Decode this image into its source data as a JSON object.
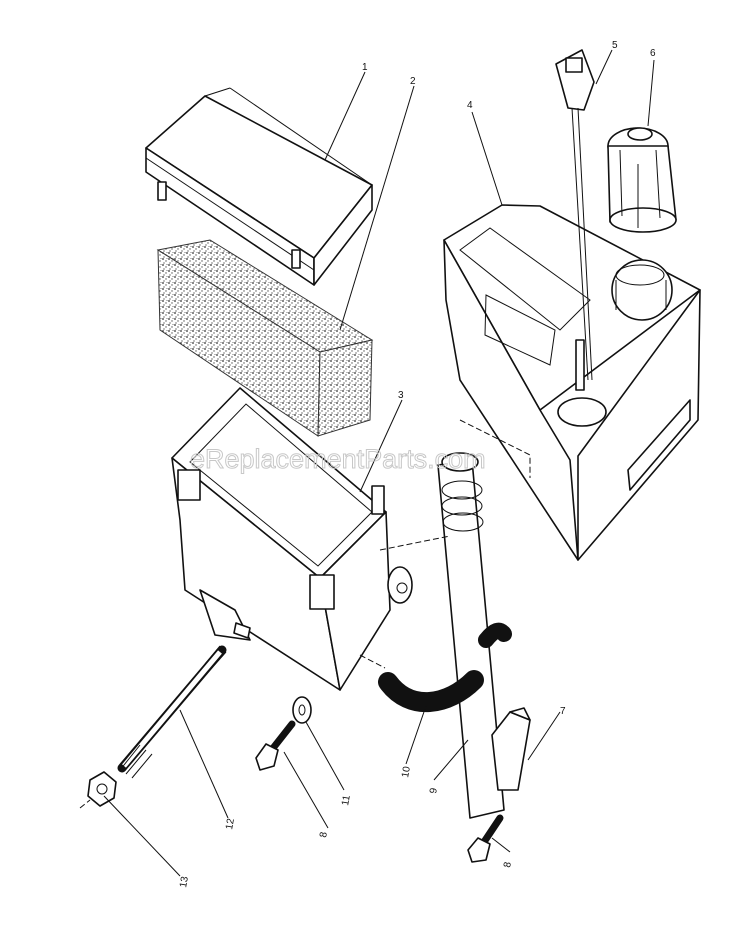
{
  "watermark": "eReplacementParts.com",
  "callouts": [
    {
      "id": "1",
      "label": "1"
    },
    {
      "id": "2",
      "label": "2"
    },
    {
      "id": "3",
      "label": "3"
    },
    {
      "id": "4",
      "label": "4"
    },
    {
      "id": "5",
      "label": "5"
    },
    {
      "id": "6",
      "label": "6"
    },
    {
      "id": "7",
      "label": "7"
    },
    {
      "id": "8a",
      "label": "8"
    },
    {
      "id": "8b",
      "label": "8"
    },
    {
      "id": "9",
      "label": "9"
    },
    {
      "id": "10",
      "label": "10"
    },
    {
      "id": "11",
      "label": "11"
    },
    {
      "id": "12",
      "label": "12"
    },
    {
      "id": "13",
      "label": "13"
    }
  ]
}
